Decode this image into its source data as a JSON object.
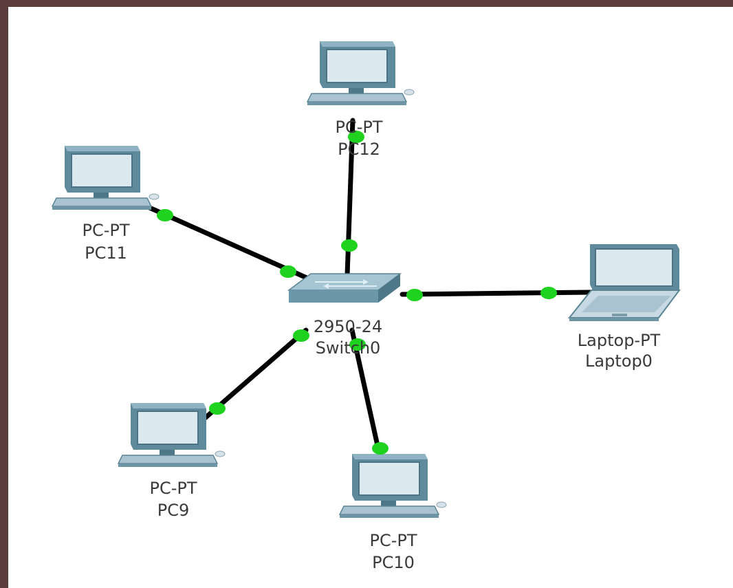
{
  "topology": {
    "switch": {
      "model": "2950-24",
      "name": "Switch0"
    },
    "devices": [
      {
        "id": "pc12",
        "model": "PC-PT",
        "name": "PC12",
        "kind": "pc"
      },
      {
        "id": "pc11",
        "model": "PC-PT",
        "name": "PC11",
        "kind": "pc"
      },
      {
        "id": "laptop0",
        "model": "Laptop-PT",
        "name": "Laptop0",
        "kind": "laptop"
      },
      {
        "id": "pc9",
        "model": "PC-PT",
        "name": "PC9",
        "kind": "pc"
      },
      {
        "id": "pc10",
        "model": "PC-PT",
        "name": "PC10",
        "kind": "pc"
      }
    ],
    "link_status_color": "#1fd21f",
    "link_color": "#000000"
  }
}
